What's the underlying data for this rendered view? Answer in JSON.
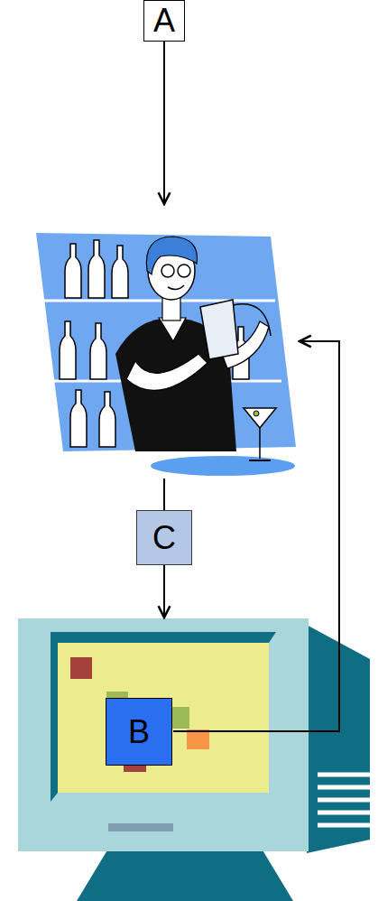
{
  "diagram": {
    "nodes": [
      {
        "text": [
          "A"
        ]
      },
      {
        "text": [
          "C"
        ]
      },
      {
        "text": [
          "B"
        ]
      }
    ]
  }
}
